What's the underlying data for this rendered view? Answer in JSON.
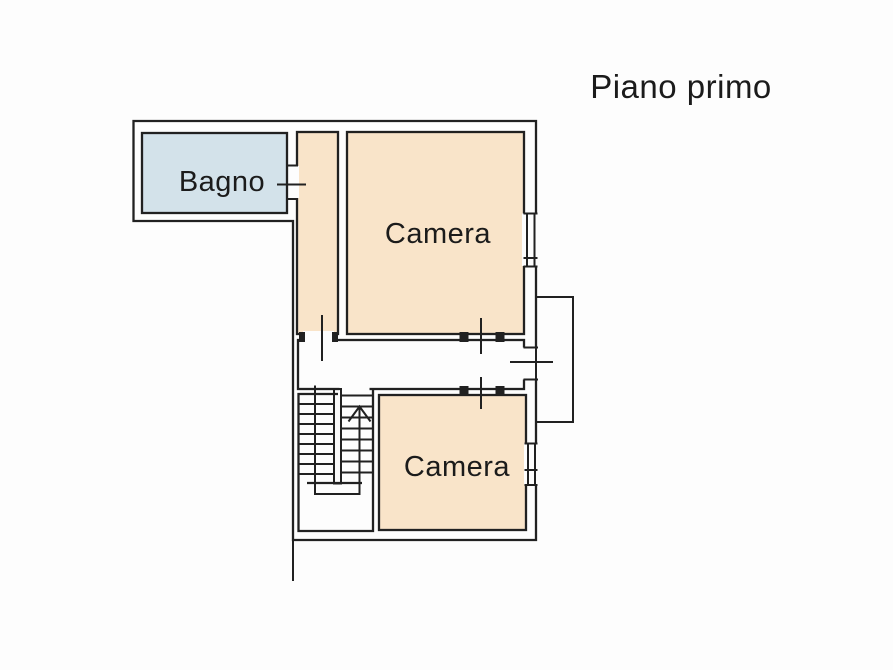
{
  "title": "Piano primo",
  "rooms": {
    "bagno": {
      "label": "Bagno"
    },
    "camera_upper": {
      "label": "Camera"
    },
    "camera_lower": {
      "label": "Camera"
    }
  },
  "colors": {
    "background": "#fdfdfd",
    "wall": "#212121",
    "text": "#1b1b1b",
    "bathroom_fill": "#d3e2ea",
    "bedroom_fill": "#f9e4c9"
  }
}
